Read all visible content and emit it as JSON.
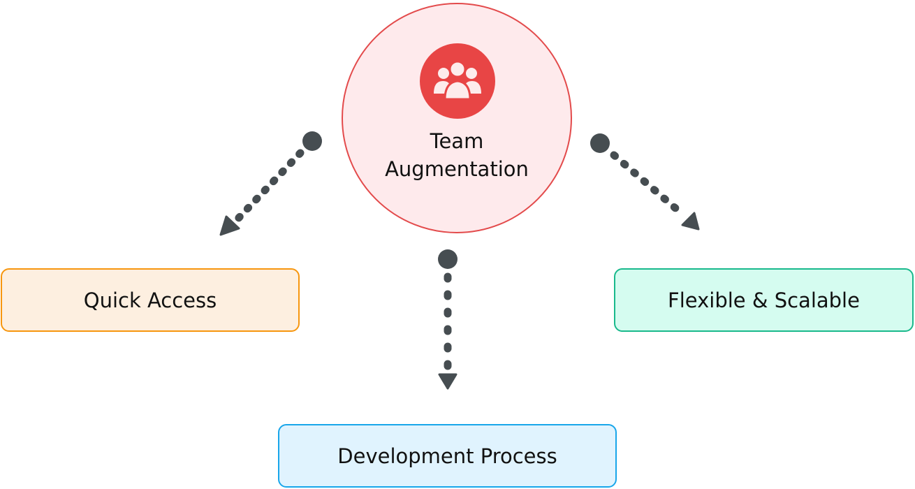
{
  "hub": {
    "title_line1": "Team",
    "title_line2": "Augmentation",
    "icon": "users-group-icon",
    "fill_color": "#feeaec",
    "border_color": "#e34a4b",
    "icon_color": "#e84545"
  },
  "nodes": [
    {
      "label": "Quick Access",
      "fill_color": "#fdefe0",
      "border_color": "#f7960e"
    },
    {
      "label": "Development Process",
      "fill_color": "#e0f3fe",
      "border_color": "#18a6ea"
    },
    {
      "label": "Flexible & Scalable",
      "fill_color": "#d5fcf0",
      "border_color": "#19b98c"
    }
  ],
  "connectors": [
    {
      "from": "Team Augmentation",
      "to": "Quick Access",
      "style": "dotted-arrow"
    },
    {
      "from": "Team Augmentation",
      "to": "Development Process",
      "style": "dotted-arrow"
    },
    {
      "from": "Team Augmentation",
      "to": "Flexible & Scalable",
      "style": "dotted-arrow"
    }
  ],
  "connector_color": "#464d51"
}
